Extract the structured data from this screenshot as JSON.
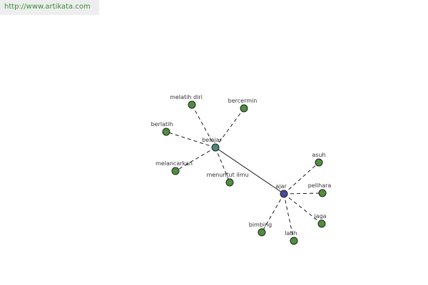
{
  "source": {
    "url_text": "http://www.artikata.com"
  },
  "colors": {
    "edge": "#000000",
    "node_stroke": "#1f1f1f",
    "leaf_fill": "#4f8f3f",
    "hub_belajar_fill": "#4a8a7a",
    "hub_ajar_fill": "#4a4aa0",
    "label": "#333333"
  },
  "graph": {
    "nodes": [
      {
        "id": "belajar",
        "label": "belajar",
        "role": "hub"
      },
      {
        "id": "ajar",
        "label": "ajar",
        "role": "hub"
      },
      {
        "id": "melatih_diri",
        "label": "melatih diri",
        "role": "leaf"
      },
      {
        "id": "bercermin",
        "label": "bercermin",
        "role": "leaf"
      },
      {
        "id": "berlatih",
        "label": "berlatih",
        "role": "leaf"
      },
      {
        "id": "melancarkan",
        "label": "melancarkan",
        "role": "leaf"
      },
      {
        "id": "menuntut_ilmu",
        "label": "menuntut ilmu",
        "role": "leaf"
      },
      {
        "id": "asuh",
        "label": "asuh",
        "role": "leaf"
      },
      {
        "id": "pelihara",
        "label": "pelihara",
        "role": "leaf"
      },
      {
        "id": "jaga",
        "label": "jaga",
        "role": "leaf"
      },
      {
        "id": "latih",
        "label": "latih",
        "role": "leaf"
      },
      {
        "id": "bimbing",
        "label": "bimbing",
        "role": "leaf"
      }
    ],
    "edges": [
      {
        "from": "belajar",
        "to": "ajar",
        "style": "solid"
      },
      {
        "from": "belajar",
        "to": "melatih_diri",
        "style": "dashed"
      },
      {
        "from": "belajar",
        "to": "bercermin",
        "style": "dashed"
      },
      {
        "from": "belajar",
        "to": "berlatih",
        "style": "dashed"
      },
      {
        "from": "belajar",
        "to": "melancarkan",
        "style": "dashed"
      },
      {
        "from": "belajar",
        "to": "menuntut_ilmu",
        "style": "dashed"
      },
      {
        "from": "ajar",
        "to": "asuh",
        "style": "dashed"
      },
      {
        "from": "ajar",
        "to": "pelihara",
        "style": "dashed"
      },
      {
        "from": "ajar",
        "to": "jaga",
        "style": "dashed"
      },
      {
        "from": "ajar",
        "to": "latih",
        "style": "dashed"
      },
      {
        "from": "ajar",
        "to": "bimbing",
        "style": "dashed"
      }
    ]
  }
}
